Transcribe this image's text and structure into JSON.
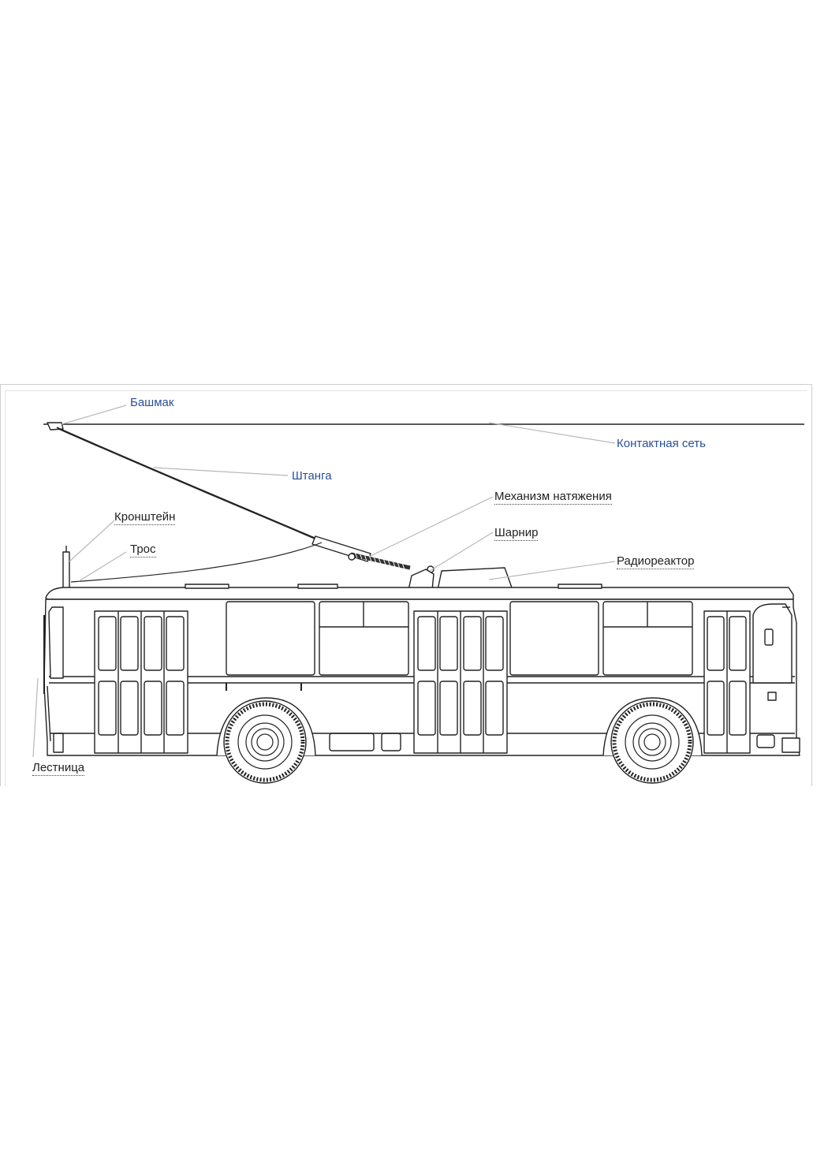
{
  "labels": {
    "bashmak": "Башмак",
    "kontaktnaya_set": "Контактная сеть",
    "shtanga": "Штанга",
    "mekhanizm": "Механизм натяжения",
    "kronshtein": "Кронштейн",
    "sharnir": "Шарнир",
    "tros": "Трос",
    "radioreaktor": "Радиореактор",
    "lestnitsa": "Лестница"
  },
  "colors": {
    "link_label": "#2a4f9a",
    "plain_label": "#222222",
    "leader_line": "#b8b8b8",
    "drawing": "#222222"
  }
}
